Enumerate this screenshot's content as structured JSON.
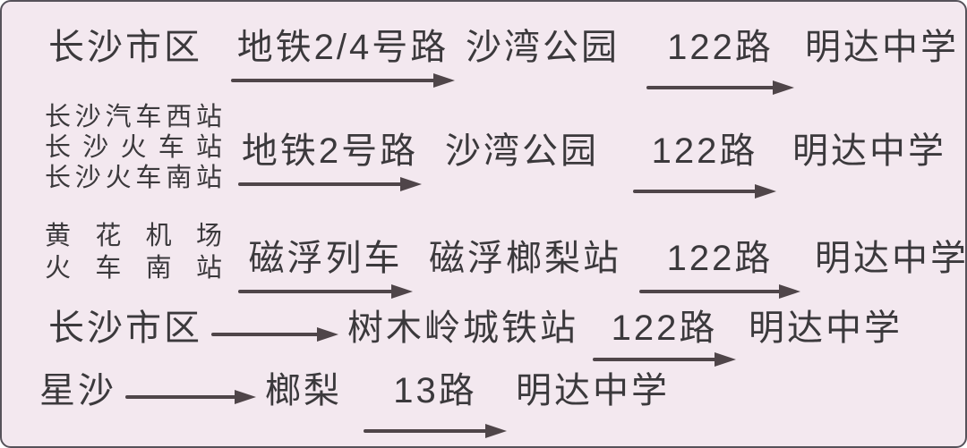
{
  "colors": {
    "background": "#f3e8ef",
    "frame_border": "#56525a",
    "text": "#3b393c",
    "arrow": "#4f4549"
  },
  "routes": [
    {
      "origins": [
        "长沙市区"
      ],
      "steps": [
        {
          "kind": "labeled-arrow",
          "label": "地铁2/4号路"
        },
        {
          "kind": "stop",
          "label": "沙湾公园"
        },
        {
          "kind": "labeled-arrow",
          "label": "122路"
        },
        {
          "kind": "destination",
          "label": "明达中学"
        }
      ]
    },
    {
      "origins": [
        "长沙汽车西站",
        "长沙火车站",
        "长沙火车南站"
      ],
      "steps": [
        {
          "kind": "labeled-arrow",
          "label": "地铁2号路"
        },
        {
          "kind": "stop",
          "label": "沙湾公园"
        },
        {
          "kind": "labeled-arrow",
          "label": "122路"
        },
        {
          "kind": "destination",
          "label": "明达中学"
        }
      ]
    },
    {
      "origins": [
        "黄花机场",
        "火车南站"
      ],
      "steps": [
        {
          "kind": "labeled-arrow",
          "label": "磁浮列车"
        },
        {
          "kind": "stop",
          "label": "磁浮榔梨站"
        },
        {
          "kind": "labeled-arrow",
          "label": "122路"
        },
        {
          "kind": "destination",
          "label": "明达中学"
        }
      ]
    },
    {
      "origins": [
        "长沙市区"
      ],
      "steps": [
        {
          "kind": "arrow"
        },
        {
          "kind": "stop",
          "label": "树木岭城铁站"
        },
        {
          "kind": "labeled-arrow",
          "label": "122路"
        },
        {
          "kind": "destination",
          "label": "明达中学"
        }
      ]
    },
    {
      "origins": [
        "星沙"
      ],
      "steps": [
        {
          "kind": "arrow"
        },
        {
          "kind": "stop",
          "label": "榔梨"
        },
        {
          "kind": "labeled-arrow",
          "label": "13路"
        },
        {
          "kind": "destination",
          "label": "明达中学"
        }
      ]
    }
  ]
}
